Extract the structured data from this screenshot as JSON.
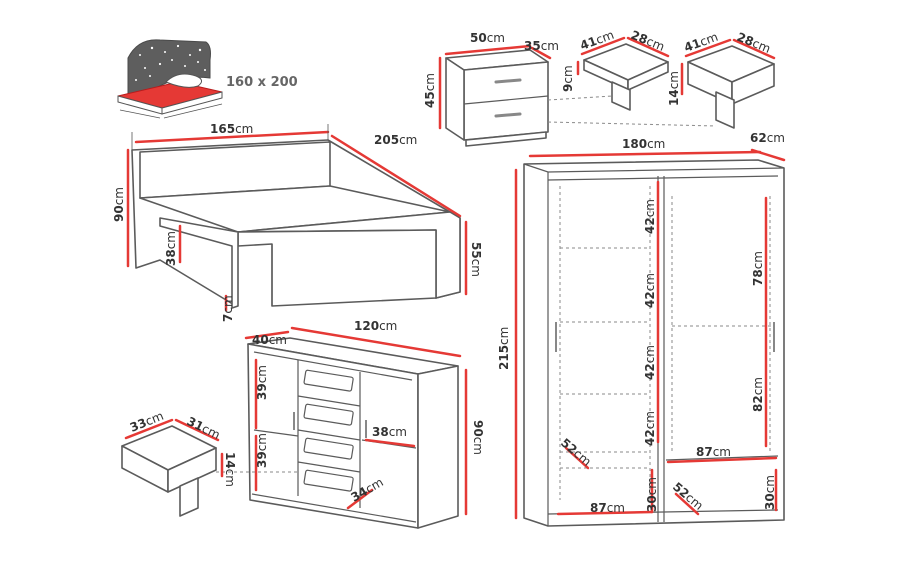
{
  "mattress": {
    "size": "160 x 200"
  },
  "unit": "cm",
  "nightstand": {
    "width": "50",
    "depth": "35",
    "height": "45"
  },
  "nightstand_drawer_small": {
    "width": "41",
    "depth": "28",
    "height": "9"
  },
  "nightstand_drawer_large": {
    "width": "41",
    "depth": "28",
    "height": "14"
  },
  "bed": {
    "width": "165",
    "length": "205",
    "headboard_height": "90",
    "footboard_height": "55",
    "side_height": "38",
    "clearance": "7"
  },
  "wardrobe": {
    "width": "180",
    "depth": "62",
    "height": "215",
    "shelf_1": "42",
    "shelf_2": "42",
    "shelf_3": "42",
    "shelf_4": "42",
    "rail_upper": "78",
    "rail_lower": "82",
    "base_drawer_left_width": "87",
    "base_drawer_left_height": "30",
    "base_drawer_left_depth": "52",
    "base_drawer_right_width": "87",
    "base_drawer_right_height": "30",
    "base_drawer_right_depth": "52"
  },
  "dresser": {
    "width": "120",
    "depth": "40",
    "height": "90",
    "shelf_upper": "39",
    "shelf_lower": "39",
    "drawer_width": "38",
    "drawer_depth": "34"
  },
  "dresser_drawer": {
    "width": "33",
    "depth": "31",
    "height": "14"
  }
}
